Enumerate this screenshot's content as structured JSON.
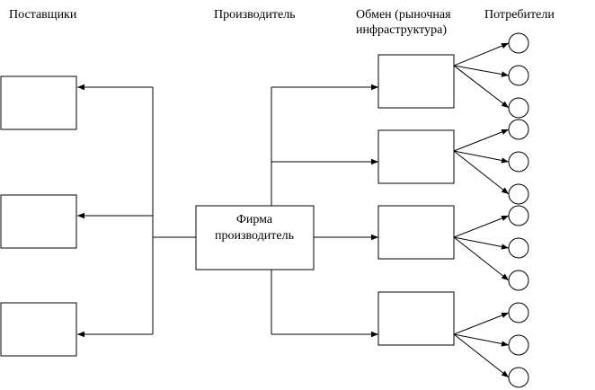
{
  "headers": {
    "suppliers": "Поставщики",
    "producer": "Производитель",
    "exchange_line1": "Обмен  (рыночная",
    "exchange_line2": "инфраструктура)",
    "consumers": "Потребители"
  },
  "firm": {
    "label_line1": "Фирма",
    "label_line2": "производитель"
  },
  "counts": {
    "supplier_boxes": 3,
    "exchange_boxes": 4,
    "consumers_per_exchange": 3
  },
  "colors": {
    "stroke": "#000000",
    "background": "#ffffff"
  }
}
